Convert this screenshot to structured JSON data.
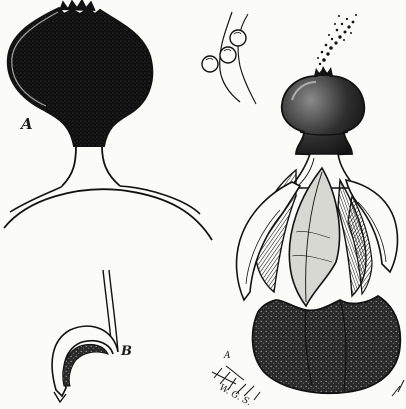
{
  "figure": {
    "labels": {
      "section_a": "A",
      "section_b": "B",
      "small_a": "A"
    },
    "signature": "W. G. S."
  },
  "colors": {
    "ink": "#121212",
    "paper": "#fbfbf8",
    "mid_shade": "#6a6a6a"
  }
}
